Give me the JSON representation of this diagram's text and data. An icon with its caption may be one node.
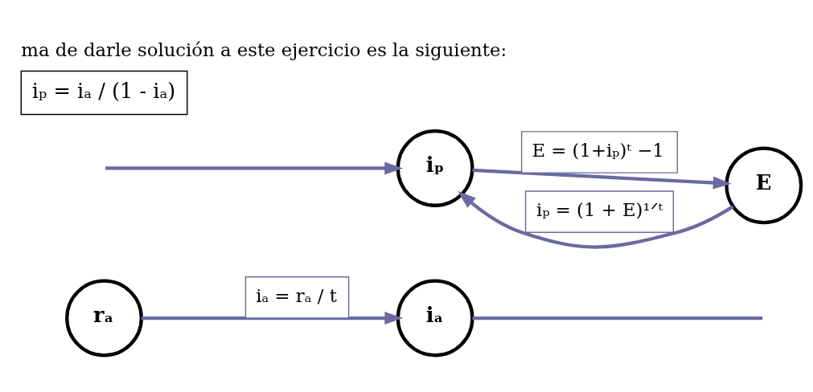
{
  "diagram": {
    "title": "ma de darle solución a este ejercicio es la siguiente:",
    "nodes": [
      {
        "text": [
          "rₐ"
        ]
      },
      {
        "text": [
          "iₚ"
        ]
      },
      {
        "text": [
          "E"
        ]
      },
      {
        "text": [
          "iₐ"
        ]
      }
    ],
    "edges": [
      {
        "from": 0,
        "to": 3,
        "arrow": "to",
        "label": "iₐ = rₐ / t"
      },
      {
        "from": 1,
        "to": 2,
        "arrow": "to",
        "label": "E = (1+iₚ)ᵗ −1"
      },
      {
        "from": 2,
        "to": 1,
        "arrow": "to",
        "label": "iₚ = (1 + E)¹ᐟᵗ"
      },
      {
        "from": null,
        "to": 1,
        "arrow": "to"
      },
      {
        "from": 3,
        "to": null,
        "arrow": "none"
      }
    ],
    "labels": [
      "iₚ = iₐ / (1 - iₐ)"
    ]
  }
}
